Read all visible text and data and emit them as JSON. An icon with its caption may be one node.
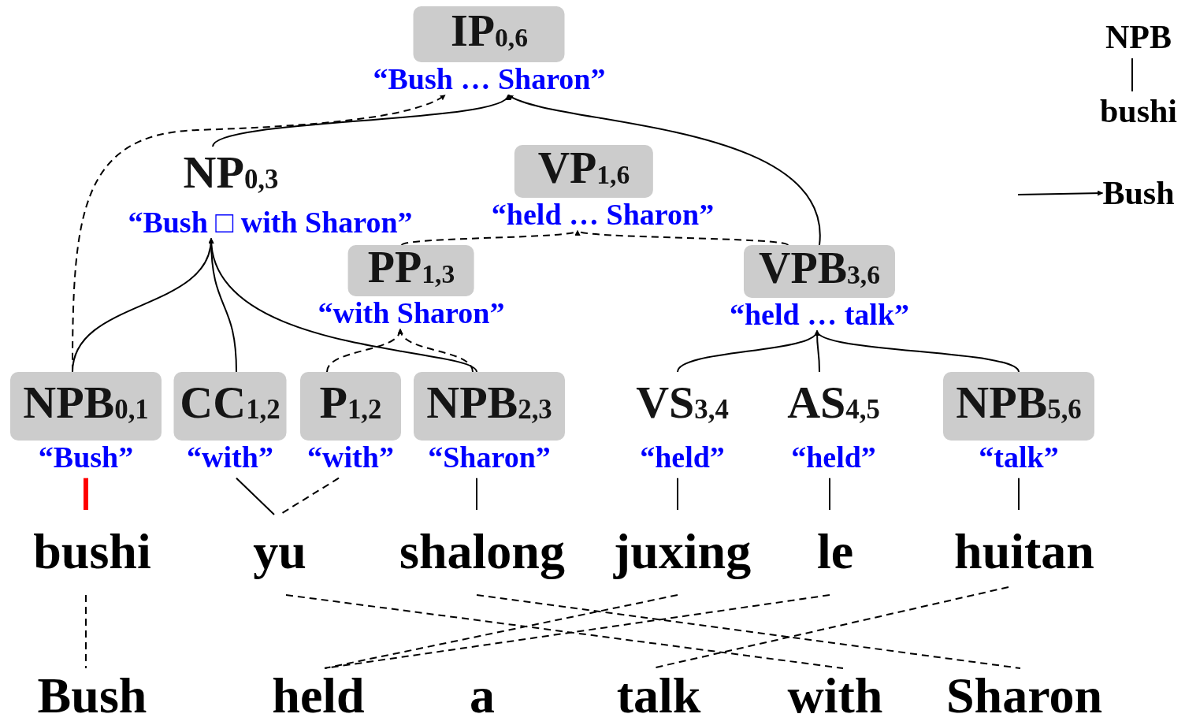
{
  "diagram": {
    "nodes": [
      {
        "text": [
          "IP$_{0,6}$",
          "“Bush … Sharon”"
        ]
      },
      {
        "text": [
          "NP$_{0,3}$",
          "“Bush □ with Sharon”"
        ]
      },
      {
        "text": [
          "VP$_{1,6}$",
          "“held … Sharon”"
        ]
      },
      {
        "text": [
          "PP$_{1,3}$",
          "“with Sharon”"
        ]
      },
      {
        "text": [
          "VPB$_{3,6}$",
          "“held … talk”"
        ]
      },
      {
        "text": [
          "NPB$_{0,1}$",
          "“Bush”"
        ]
      },
      {
        "text": [
          "CC$_{1,2}$",
          "“with”"
        ]
      },
      {
        "text": [
          "P$_{1,2}$",
          "“with”"
        ]
      },
      {
        "text": [
          "NPB$_{2,3}$",
          "“Sharon”"
        ]
      },
      {
        "text": [
          "VS$_{3,4}$",
          "“held”"
        ]
      },
      {
        "text": [
          "AS$_{4,5}$",
          "“held”"
        ]
      },
      {
        "text": [
          "NPB$_{5,6}$",
          "“talk”"
        ]
      },
      {
        "text": [
          "bushi"
        ]
      },
      {
        "text": [
          "yu"
        ]
      },
      {
        "text": [
          "shalong"
        ]
      },
      {
        "text": [
          "juxing"
        ]
      },
      {
        "text": [
          "le"
        ]
      },
      {
        "text": [
          "huitan"
        ]
      },
      {
        "text": [
          "Bush"
        ]
      },
      {
        "text": [
          "held"
        ]
      },
      {
        "text": [
          "a"
        ]
      },
      {
        "text": [
          "talk"
        ]
      },
      {
        "text": [
          "with"
        ]
      },
      {
        "text": [
          "Sharon"
        ]
      },
      {
        "text": [
          "NPB"
        ]
      },
      {
        "text": [
          "bushi"
        ]
      },
      {
        "text": [
          "Bush"
        ]
      }
    ],
    "edges": [
      {
        "from": 5,
        "to": 1,
        "arrow": "to"
      },
      {
        "from": 6,
        "to": 1,
        "arrow": "to"
      },
      {
        "from": 8,
        "to": 1,
        "arrow": "to"
      },
      {
        "from": 9,
        "to": 4,
        "arrow": "to"
      },
      {
        "from": 10,
        "to": 4,
        "arrow": "to"
      },
      {
        "from": 11,
        "to": 4,
        "arrow": "to"
      },
      {
        "from": 7,
        "to": 3,
        "arrow": "to",
        "style": "dashed"
      },
      {
        "from": 8,
        "to": 3,
        "arrow": "to",
        "style": "dashed"
      },
      {
        "from": 3,
        "to": 2,
        "arrow": "to",
        "style": "dashed"
      },
      {
        "from": 4,
        "to": 2,
        "arrow": "to",
        "style": "dashed"
      },
      {
        "from": 1,
        "to": 0,
        "arrow": "to"
      },
      {
        "from": 4,
        "to": 0,
        "arrow": "to"
      },
      {
        "from": 5,
        "to": 0,
        "arrow": "to",
        "style": "dashed"
      },
      {
        "from": 5,
        "to": 12,
        "arrow": "none",
        "style": "thick",
        "color": "#ff0000"
      },
      {
        "from": 6,
        "to": 13,
        "arrow": "none"
      },
      {
        "from": 7,
        "to": 13,
        "arrow": "none",
        "style": "dashed"
      },
      {
        "from": 8,
        "to": 14,
        "arrow": "none"
      },
      {
        "from": 9,
        "to": 15,
        "arrow": "none"
      },
      {
        "from": 10,
        "to": 16,
        "arrow": "none"
      },
      {
        "from": 11,
        "to": 17,
        "arrow": "none"
      },
      {
        "from": 12,
        "to": 18,
        "arrow": "none",
        "style": "dashed"
      },
      {
        "from": 13,
        "to": 22,
        "arrow": "none",
        "style": "dashed"
      },
      {
        "from": 14,
        "to": 23,
        "arrow": "none",
        "style": "dashed"
      },
      {
        "from": 15,
        "to": 19,
        "arrow": "none",
        "style": "dashed"
      },
      {
        "from": 16,
        "to": 19,
        "arrow": "none",
        "style": "dashed"
      },
      {
        "from": 17,
        "to": 21,
        "arrow": "none",
        "style": "dashed"
      },
      {
        "from": 24,
        "to": 25,
        "arrow": "none"
      },
      {
        "from": null,
        "to": 26,
        "arrow": "to"
      }
    ]
  }
}
